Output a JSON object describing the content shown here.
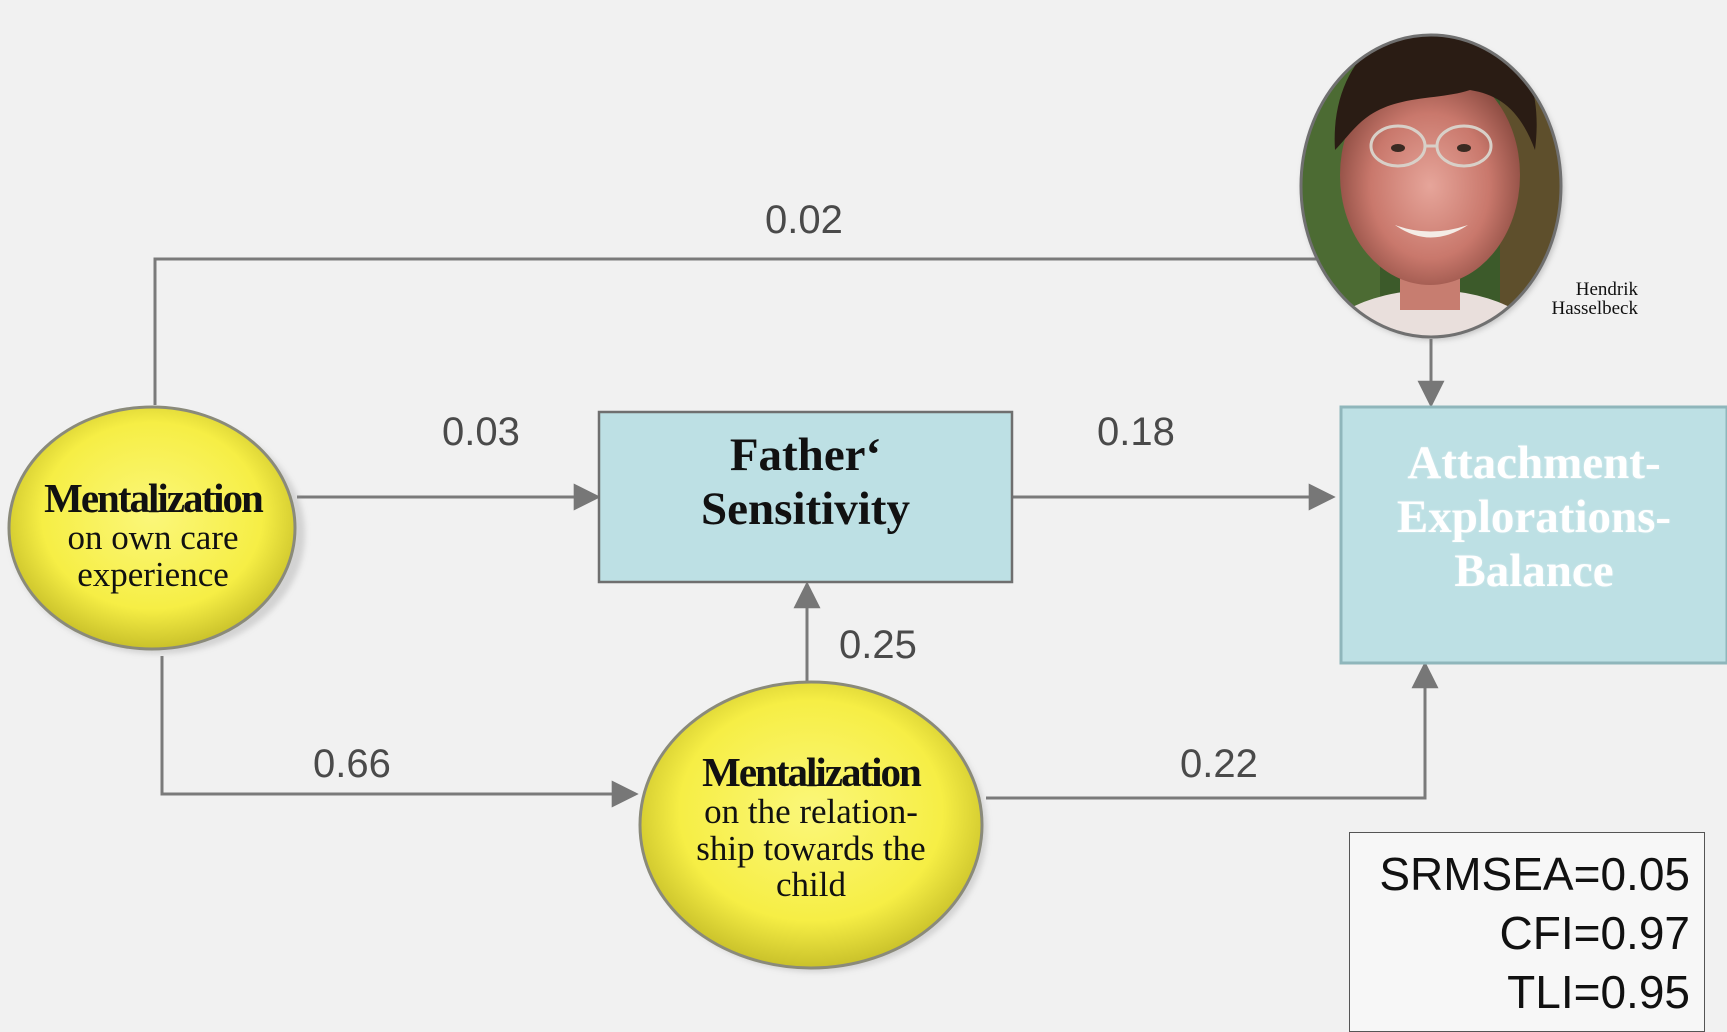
{
  "nodes": {
    "mentalization_own": {
      "title": "Mentalization",
      "line1": "on own care",
      "line2": "experience",
      "fill": "#f8f04e"
    },
    "mentalization_child": {
      "title": "Mentalization",
      "line1": "on the relation-",
      "line2": "ship towards the",
      "line3": "child",
      "fill": "#f8f04e"
    },
    "father_sensitivity": {
      "line1": "Father‘",
      "line2": "Sensitivity",
      "fill": "#bde0e4"
    },
    "attachment_balance": {
      "line1": "Attachment-",
      "line2": "Explorations-",
      "line3": "Balance",
      "fill": "#bde0e4"
    }
  },
  "coefficients": {
    "own_to_outcome": "0.02",
    "own_to_sensitivity": "0.03",
    "sensitivity_to_outcome": "0.18",
    "child_to_sensitivity": "0.25",
    "own_to_child": "0.66",
    "child_to_outcome": "0.22"
  },
  "photo": {
    "caption_line1": "Hendrik",
    "caption_line2": "Hasselbeck"
  },
  "fit_indices": {
    "srmsea": "SRMSEA=0.05",
    "cfi": "CFI=0.97",
    "tli": "TLI=0.95"
  },
  "colors": {
    "background": "#f1f1f1",
    "arrow": "#777777",
    "node_yellow": "#f8f04e",
    "box_teal": "#bde0e4"
  }
}
